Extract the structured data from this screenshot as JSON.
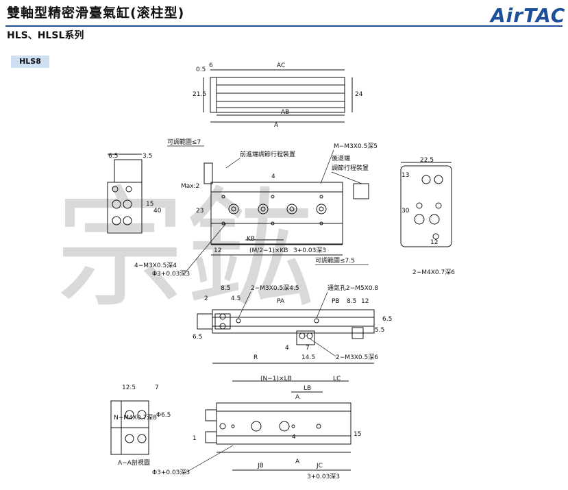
{
  "header": {
    "title": "雙軸型精密滑臺氣缸(滚柱型)",
    "subtitle": "HLS、HLSL系列",
    "brand": "AirTAC",
    "brand_color": "#1d4e9a"
  },
  "model_tag": "HLS8",
  "watermark": "宗鈜",
  "labels": {
    "d_05": "0.5",
    "d_6": "6",
    "d_AC": "AC",
    "d_215": "21.5",
    "d_24": "24",
    "d_AB": "AB",
    "d_A": "A",
    "adj7": "可調範圍≤7",
    "front_adj": "前進端調節行程裝置",
    "m_m3": "M−M3X0.5深5",
    "rear_adj1": "後退端",
    "rear_adj2": "調節行程裝置",
    "d_65": "6.5",
    "d_35": "3.5",
    "d_15": "15",
    "d_40": "40",
    "max2": "Max:2",
    "d_4": "4",
    "d_23": "23",
    "d_KB": "KB",
    "d_12": "12",
    "d_m2kb": "(M/2−1)×KB",
    "d_3h": "3+0.03深3",
    "adj75": "可調範圍≤7.5",
    "m3_4": "4−M3X0.5深4",
    "phi3": "Φ3+0.03深3",
    "d_225": "22.5",
    "d_13": "13",
    "d_30": "30",
    "d_12b": "12",
    "m4": "2−M4X0.7深6",
    "d_85": "8.5",
    "d_2": "2",
    "d_45": "4.5",
    "m3_45": "2−M3X0.5深4.5",
    "vent": "通氣孔2−M5X0.8",
    "d_PA": "PA",
    "d_PB": "PB",
    "d_85b": "8.5",
    "d_12c": "12",
    "d_65b": "6.5",
    "d_55": "5.5",
    "d_65c": "6.5",
    "d_4b": "4",
    "d_7": "7",
    "d_R": "R",
    "d_145": "14.5",
    "m3_6": "2−M3X0.5深6",
    "nm4": "N−M4X0.7深8",
    "d_125": "12.5",
    "d_7b": "7",
    "phi65": "Φ6.5",
    "section": "A−A剖視圖",
    "nlb": "(N−1)×LB",
    "d_LC": "LC",
    "d_LB": "LB",
    "sec_a1": "A",
    "d_1": "1",
    "d_4c": "4",
    "d_15b": "15",
    "d_JB": "JB",
    "sec_a2": "A",
    "d_JC": "JC",
    "d_3h2": "3+0.03深3",
    "phi3b": "Φ3+0.03深3"
  }
}
